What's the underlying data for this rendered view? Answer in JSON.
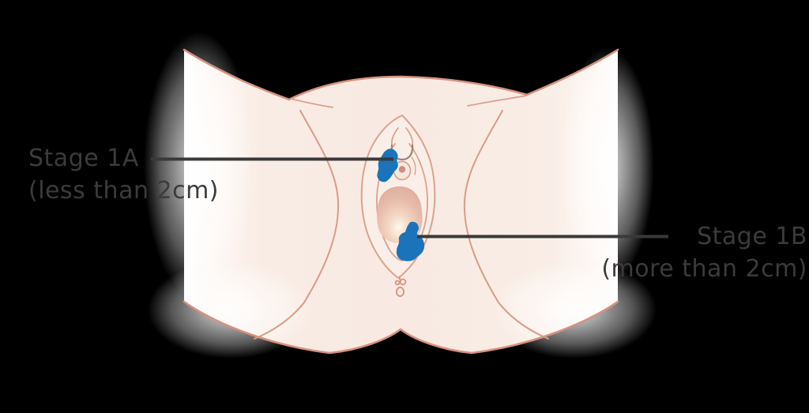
{
  "diagram": {
    "description": "vulvar-cancer-stage-1-anatomy-diagram",
    "background": "#000000",
    "annotations": {
      "stage1a": {
        "label": "Stage 1A",
        "detail": "(less than 2cm)"
      },
      "stage1b": {
        "label": "Stage 1B",
        "detail": "(more than 2cm)"
      }
    },
    "colors": {
      "text": "#3B3B3B",
      "leader_line": "#393939",
      "tumor_blue": "#1B73B9",
      "skin": "#F8EAE2",
      "skin_highlight": "#FFFFFF",
      "outline_pink": "#D6917E",
      "detail_line_pink": "#DDA18E",
      "crease_pink": "#D89B87",
      "hood_gray": "#9A8375",
      "urethra_dot": "#CE8F7E",
      "opening_pink": "#DFAC9E",
      "opening_glow": "#FDF8EE"
    }
  }
}
